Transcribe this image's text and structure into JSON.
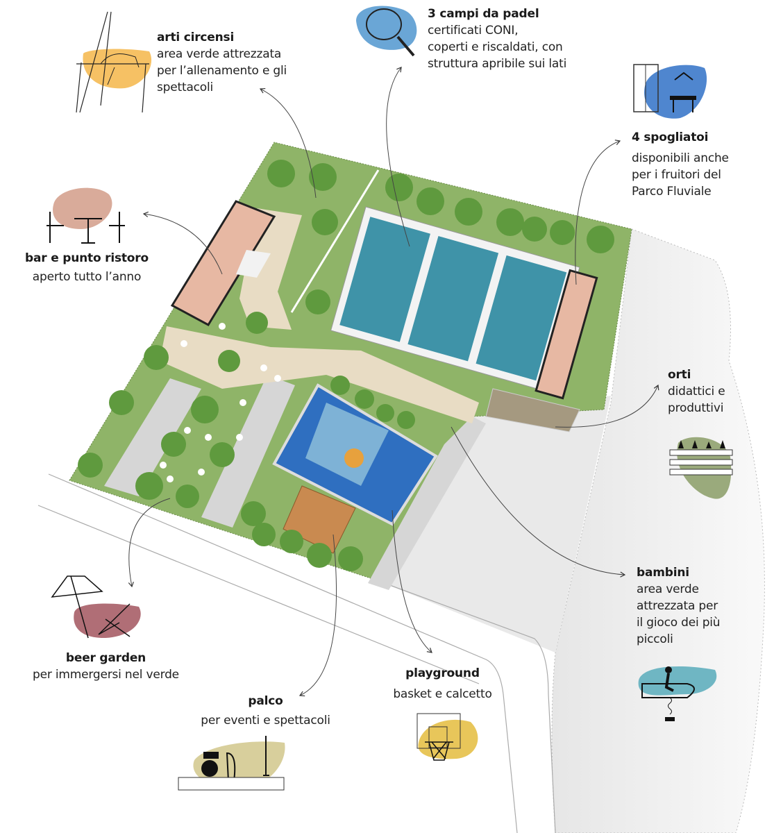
{
  "features": [
    {
      "id": "arti-circensi",
      "title": "arti circensi",
      "desc": [
        "area verde attrezzata",
        "per l’allenamento e gli",
        "spettacoli"
      ],
      "color": "#f6c164",
      "icon": "trapeze-icon"
    },
    {
      "id": "padel",
      "title": "3 campi da padel",
      "desc": [
        "certificati CONI,",
        "coperti e riscaldati, con",
        "struttura apribile sui lati"
      ],
      "color": "#6aa6d6",
      "icon": "padel-racket-icon"
    },
    {
      "id": "spogliatoi",
      "title": "4 spogliatoi",
      "desc": [
        "disponibili anche",
        "per i fruitori del",
        "Parco Fluviale"
      ],
      "color": "#4f86cf",
      "icon": "locker-room-icon"
    },
    {
      "id": "bar",
      "title": "bar e punto ristoro",
      "desc": [
        "aperto tutto l’anno"
      ],
      "color": "#d9ab9a",
      "icon": "cafe-table-icon"
    },
    {
      "id": "orti",
      "title": "orti",
      "desc": [
        "didattici e",
        "produttivi"
      ],
      "color": "#9aaa7c",
      "icon": "garden-beds-icon"
    },
    {
      "id": "bambini",
      "title": "bambini",
      "desc": [
        "area verde",
        "attrezzata per",
        "il gioco dei più",
        "piccoli"
      ],
      "color": "#6fb6c3",
      "icon": "spring-rider-icon"
    },
    {
      "id": "beer-garden",
      "title": "beer garden",
      "desc": [
        "per immergersi nel verde"
      ],
      "color": "#b06e76",
      "icon": "umbrella-deckchair-icon"
    },
    {
      "id": "palco",
      "title": "palco",
      "desc": [
        "per eventi e spettacoli"
      ],
      "color": "#d8cf9c",
      "icon": "stage-instruments-icon"
    },
    {
      "id": "playground",
      "title": "playground",
      "desc": [
        "basket e calcetto"
      ],
      "color": "#e8c65a",
      "icon": "basketball-hoop-icon"
    }
  ],
  "colors": {
    "grass": "#8fb468",
    "tree": "#5f9a3e",
    "court": "#3f93a8",
    "building": "#e7b8a3",
    "path": "#e8dcc4",
    "road": "#dcdcdc"
  }
}
